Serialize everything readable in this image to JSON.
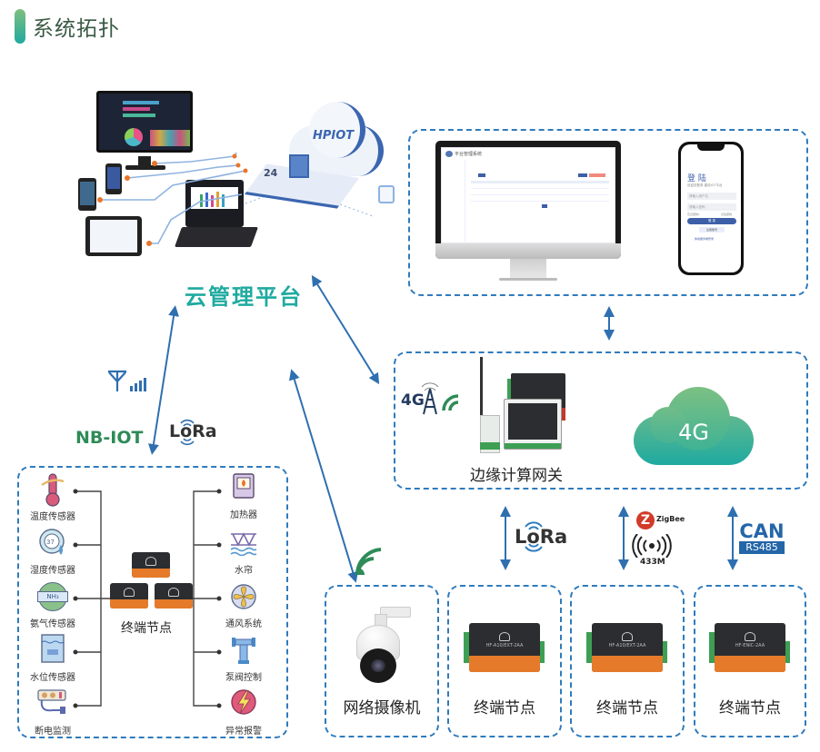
{
  "header": {
    "title": "系统拓扑"
  },
  "cloud_platform": {
    "label": "云管理平台",
    "brand": "HPIOT",
    "badge": "24"
  },
  "client_panel": {
    "desktop_app_title": "平台管理系统",
    "phone_login": {
      "title": "登 陆",
      "subtitle": "欢迎您登录 建设IOT平台",
      "username_placeholder": "请输入用户名",
      "password_placeholder": "请输入密码",
      "forgot": "忘记密码?",
      "remember": "记住密码",
      "login_button": "登 录",
      "register_button": "注册账号",
      "link": "体验服务端登录"
    }
  },
  "gateway_panel": {
    "label": "边缘计算网关",
    "network_badge": "4G",
    "cloud_label": "4G"
  },
  "protocols": {
    "nbiot": "NB-IOT",
    "lora": "LoRa",
    "zigbee": "ZigBee",
    "rf433": "433M",
    "can": "CAN",
    "rs485": "RS485"
  },
  "sensor_panel": {
    "center_label": "终端节点",
    "left_items": [
      {
        "label": "温度传感器",
        "icon": "thermometer-icon"
      },
      {
        "label": "湿度传感器",
        "icon": "humidity-gauge-icon"
      },
      {
        "label": "氨气传感器",
        "icon": "nh3-sensor-icon",
        "glyph": "NH₃"
      },
      {
        "label": "水位传感器",
        "icon": "water-level-icon"
      },
      {
        "label": "断电监测",
        "icon": "power-strip-icon"
      }
    ],
    "right_items": [
      {
        "label": "加热器",
        "icon": "heater-icon"
      },
      {
        "label": "水帘",
        "icon": "water-curtain-icon"
      },
      {
        "label": "通风系统",
        "icon": "fan-icon"
      },
      {
        "label": "泵阀控制",
        "icon": "pump-valve-icon"
      },
      {
        "label": "异常报警",
        "icon": "alarm-bolt-icon"
      }
    ]
  },
  "bottom_boxes": [
    {
      "label": "网络摄像机",
      "kind": "camera"
    },
    {
      "label": "终端节点",
      "kind": "node",
      "model": "HF-A10/EXT-2AA"
    },
    {
      "label": "终端节点",
      "kind": "node",
      "model": "HF-A10/EXT-2AA"
    },
    {
      "label": "终端节点",
      "kind": "node",
      "model": "HF-ENIC-2AA"
    }
  ],
  "colors": {
    "accent_blue": "#2f7bbd",
    "teal": "#1faaa0",
    "green": "#2e8b57",
    "device_orange": "#e57a2a",
    "device_body": "#2b2d31",
    "can_blue": "#2466a8"
  }
}
